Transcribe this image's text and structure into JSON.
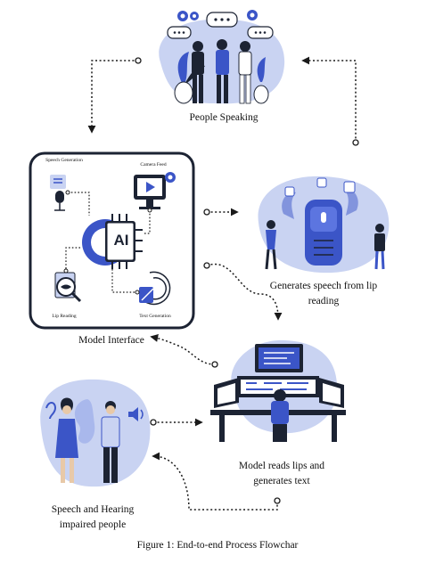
{
  "nodes": {
    "people_speaking": "People Speaking",
    "model_interface": "Model Interface",
    "generates_speech": "Generates speech from lip reading",
    "model_reads": "Model reads lips and generates text",
    "impaired_people": "Speech and Hearing impaired people"
  },
  "model_labels": {
    "speech_generation": "Speech Generation",
    "camera_feed": "Camera Feed",
    "lip_reading": "Lip Reading",
    "text_generation": "Text Generation",
    "chip_text": "AI"
  },
  "caption": "Figure 1: End-to-end Process Flowchar",
  "colors": {
    "blob": "#c9d3f2",
    "accent": "#3b55c7",
    "dark": "#1c2333",
    "arrow": "#1a1a1a"
  }
}
